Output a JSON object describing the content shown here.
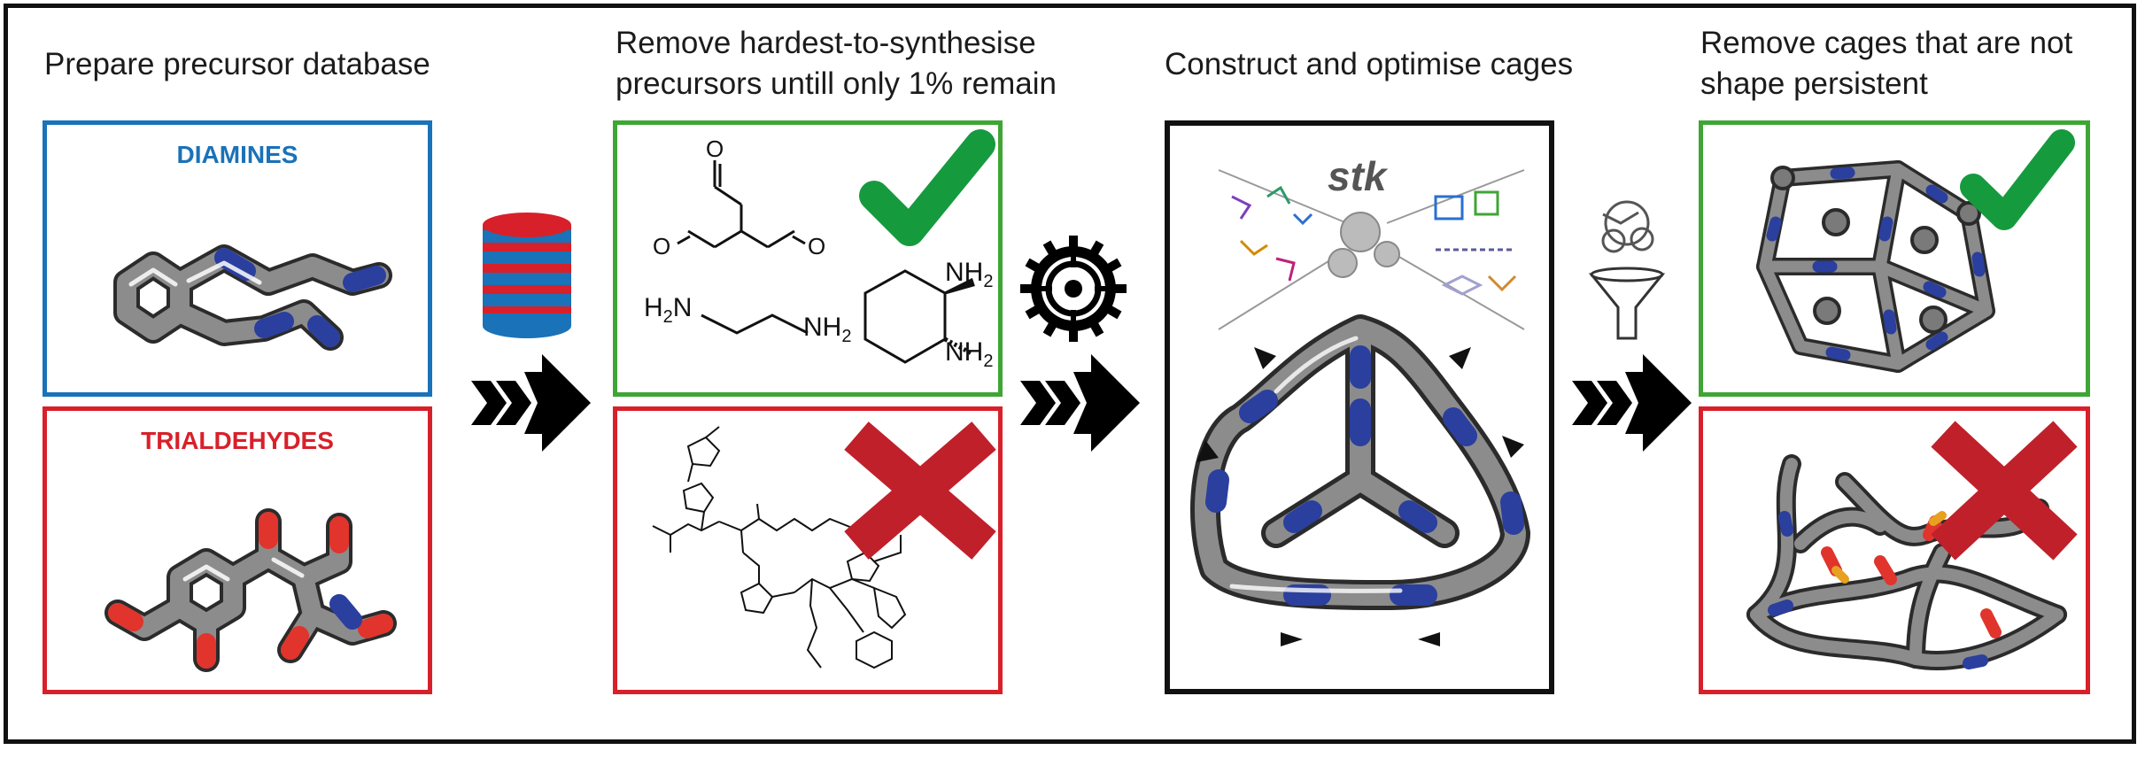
{
  "steps": [
    {
      "title_lines": [
        "Prepare precursor database"
      ]
    },
    {
      "title_lines": [
        "Remove hardest-to-synthesise",
        "precursors untill only 1% remain"
      ]
    },
    {
      "title_lines": [
        "Construct and optimise cages"
      ]
    },
    {
      "title_lines": [
        "Remove cages that are not",
        "shape persistent"
      ]
    }
  ],
  "database": {
    "diamines_label": "DIAMINES",
    "trialdehydes_label": "TRIALDEHYDES"
  },
  "synthesis": {
    "amine_left": {
      "h": "H",
      "sub": "2",
      "n": "N"
    },
    "amine_right": {
      "nh": "NH",
      "sub": "2"
    },
    "cyclohexane_top": {
      "nh": "NH",
      "sub": "2"
    },
    "cyclohexane_bottom": {
      "nh": "NH",
      "sub": "2"
    }
  },
  "construct": {
    "software": "stk"
  },
  "colors": {
    "blue": "#1a72b8",
    "red": "#d8202a",
    "green": "#3fa535",
    "check_green": "#169a3e",
    "cross_red": "#c0202a",
    "stick_grey": "#8a8a8a",
    "stick_blue": "#2a3f9e",
    "stick_red": "#e0342c"
  }
}
